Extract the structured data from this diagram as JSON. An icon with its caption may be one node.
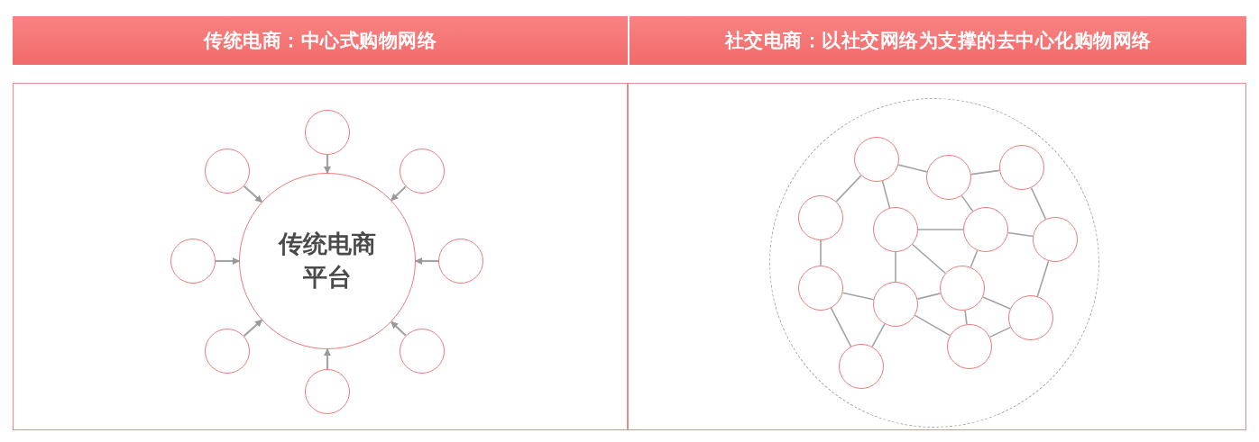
{
  "diagram": {
    "nodes": [
      {
        "text": [
          "传统电商：中心式购物网络"
        ]
      },
      {
        "text": [
          "社交电商：以社交网络为支撑的去中心化购物网络"
        ]
      },
      {
        "text": [],
        "shape": "box"
      },
      {
        "text": [
          "传统电商平台"
        ],
        "in": 2
      },
      {
        "text": [],
        "shape": "circle",
        "in": 2
      },
      {
        "text": [],
        "shape": "circle",
        "in": 2
      },
      {
        "text": [],
        "shape": "circle",
        "in": 2
      },
      {
        "text": [],
        "shape": "circle",
        "in": 2
      },
      {
        "text": [],
        "shape": "circle",
        "in": 2
      },
      {
        "text": [],
        "shape": "circle",
        "in": 2
      },
      {
        "text": [],
        "shape": "circle",
        "in": 2
      },
      {
        "text": [],
        "shape": "circle",
        "in": 2
      },
      {
        "text": [],
        "shape": "box"
      },
      {
        "text": [],
        "shape": "circle",
        "in": 12
      },
      {
        "text": [],
        "shape": "circle",
        "in": 13
      },
      {
        "text": [],
        "shape": "circle",
        "in": 13
      },
      {
        "text": [],
        "shape": "circle",
        "in": 13
      },
      {
        "text": [],
        "shape": "circle",
        "in": 13
      },
      {
        "text": [],
        "shape": "circle",
        "in": 13
      },
      {
        "text": [],
        "shape": "circle",
        "in": 13
      },
      {
        "text": [],
        "shape": "circle",
        "in": 13
      },
      {
        "text": [],
        "shape": "circle",
        "in": 13
      },
      {
        "text": [],
        "shape": "circle",
        "in": 13
      },
      {
        "text": [],
        "shape": "circle",
        "in": 13
      },
      {
        "text": [],
        "shape": "circle",
        "in": 13
      },
      {
        "text": [],
        "shape": "circle",
        "in": 13
      },
      {
        "text": [],
        "shape": "circle",
        "in": 13
      }
    ],
    "edges": [
      {
        "from": 4,
        "to": 3,
        "arrow": "to"
      },
      {
        "from": 5,
        "to": 3,
        "arrow": "to"
      },
      {
        "from": 6,
        "to": 3,
        "arrow": "to"
      },
      {
        "from": 7,
        "to": 3,
        "arrow": "to"
      },
      {
        "from": 8,
        "to": 3,
        "arrow": "to"
      },
      {
        "from": 9,
        "to": 3,
        "arrow": "to"
      },
      {
        "from": 10,
        "to": 3,
        "arrow": "to"
      },
      {
        "from": 11,
        "to": 3,
        "arrow": "to"
      },
      {
        "from": 14,
        "to": 15,
        "arrow": "none"
      },
      {
        "from": 15,
        "to": 16,
        "arrow": "none"
      },
      {
        "from": 14,
        "to": 17,
        "arrow": "none"
      },
      {
        "from": 14,
        "to": 18,
        "arrow": "none"
      },
      {
        "from": 15,
        "to": 19,
        "arrow": "none"
      },
      {
        "from": 18,
        "to": 19,
        "arrow": "none"
      },
      {
        "from": 19,
        "to": 20,
        "arrow": "none"
      },
      {
        "from": 16,
        "to": 20,
        "arrow": "none"
      },
      {
        "from": 17,
        "to": 21,
        "arrow": "none"
      },
      {
        "from": 18,
        "to": 22,
        "arrow": "none"
      },
      {
        "from": 18,
        "to": 23,
        "arrow": "none"
      },
      {
        "from": 19,
        "to": 23,
        "arrow": "none"
      },
      {
        "from": 21,
        "to": 22,
        "arrow": "none"
      },
      {
        "from": 21,
        "to": 26,
        "arrow": "none"
      },
      {
        "from": 22,
        "to": 26,
        "arrow": "none"
      },
      {
        "from": 22,
        "to": 23,
        "arrow": "none"
      },
      {
        "from": 22,
        "to": 25,
        "arrow": "none"
      },
      {
        "from": 23,
        "to": 25,
        "arrow": "none"
      },
      {
        "from": 23,
        "to": 24,
        "arrow": "none"
      },
      {
        "from": 20,
        "to": 24,
        "arrow": "none"
      },
      {
        "from": 24,
        "to": 25,
        "arrow": "none"
      }
    ]
  }
}
